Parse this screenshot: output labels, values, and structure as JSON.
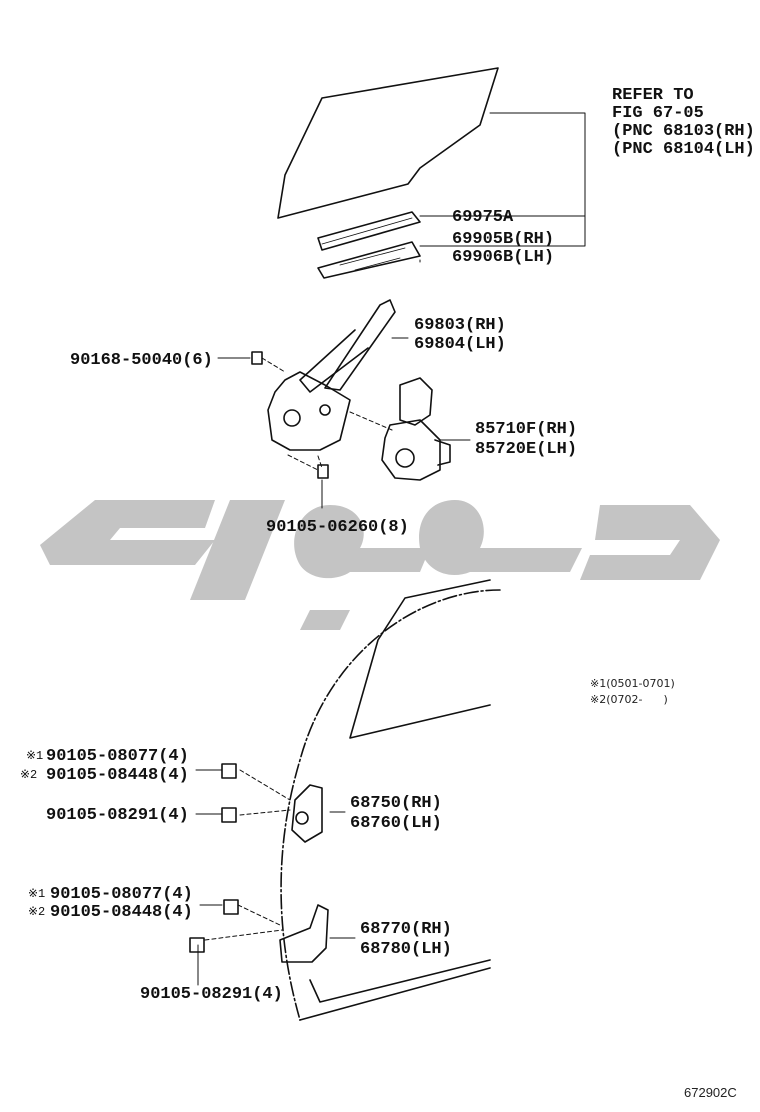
{
  "refer": {
    "line1": "REFER TO",
    "line2": "FIG 67-05",
    "line3": "(PNC 68103(RH)",
    "line4": "(PNC 68104(LH)"
  },
  "parts": {
    "p69975a": "69975A",
    "p69905b": "69905B(RH)",
    "p69906b": "69906B(LH)",
    "p69803": "69803(RH)",
    "p69804": "69804(LH)",
    "p90168": "90168-50040(6)",
    "p85710f": "85710F(RH)",
    "p85720e": "85720E(LH)",
    "p90105_06260": "90105-06260(8)",
    "p68750": "68750(RH)",
    "p68760": "68760(LH)",
    "p68770": "68770(RH)",
    "p68780": "68780(LH)",
    "upper_bolt_a": "90105-08077(4)",
    "upper_bolt_b": "90105-08448(4)",
    "upper_bolt_c": "90105-08291(4)",
    "lower_bolt_a": "90105-08077(4)",
    "lower_bolt_b": "90105-08448(4)",
    "lower_bolt_c": "90105-08291(4)"
  },
  "marks": {
    "m1": "※1",
    "m2": "※2"
  },
  "notes": {
    "n1": "※1(0501-0701)",
    "n2": "※2(0702-      )"
  },
  "figure_code": "672902C"
}
